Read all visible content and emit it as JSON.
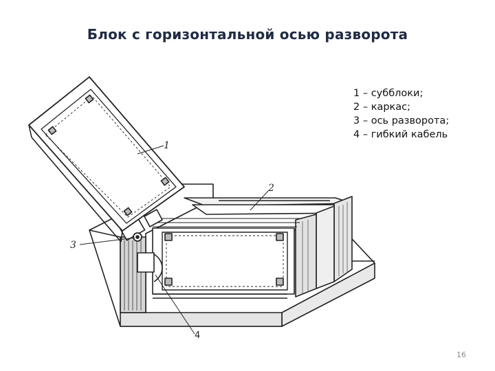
{
  "slide": {
    "title": "Блок с горизонтальной осью разворота",
    "legend": [
      "1 – субблоки;",
      "2 – каркас;",
      "3 – ось разворота;",
      "4 – гибкий кабель"
    ],
    "page_number": "16"
  },
  "figure": {
    "callouts": {
      "subblock": "1",
      "frame": "2",
      "pivot_axis": "3",
      "flex_cable": "4"
    }
  }
}
